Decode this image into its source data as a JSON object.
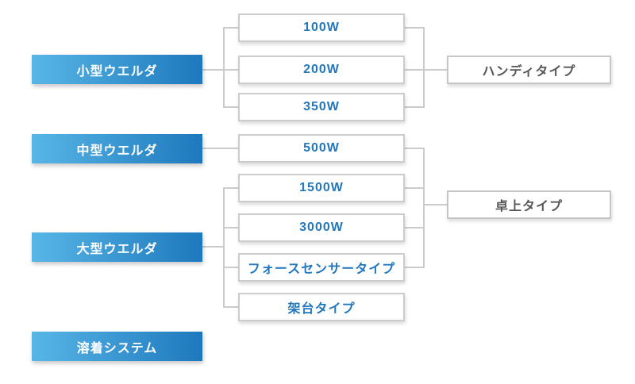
{
  "diagram": {
    "title": "welder-product-lineup",
    "categories": [
      {
        "label": "小型ウエルダ"
      },
      {
        "label": "中型ウエルダ"
      },
      {
        "label": "大型ウエルダ"
      },
      {
        "label": "溶着システム"
      }
    ],
    "models": [
      {
        "label": "100W"
      },
      {
        "label": "200W"
      },
      {
        "label": "350W"
      },
      {
        "label": "500W"
      },
      {
        "label": "1500W"
      },
      {
        "label": "3000W"
      },
      {
        "label": "フォースセンサータイプ"
      },
      {
        "label": "架台タイプ"
      }
    ],
    "types": [
      {
        "label": "ハンディタイプ"
      },
      {
        "label": "卓上タイプ"
      }
    ],
    "colors": {
      "category_gradient_start": "#58b6e6",
      "category_gradient_end": "#1e78bd",
      "category_text": "#ffffff",
      "model_text": "#2277bd",
      "type_text": "#555555",
      "box_border": "#cccccc",
      "connector_line": "#cccccc",
      "background": "#ffffff"
    }
  }
}
